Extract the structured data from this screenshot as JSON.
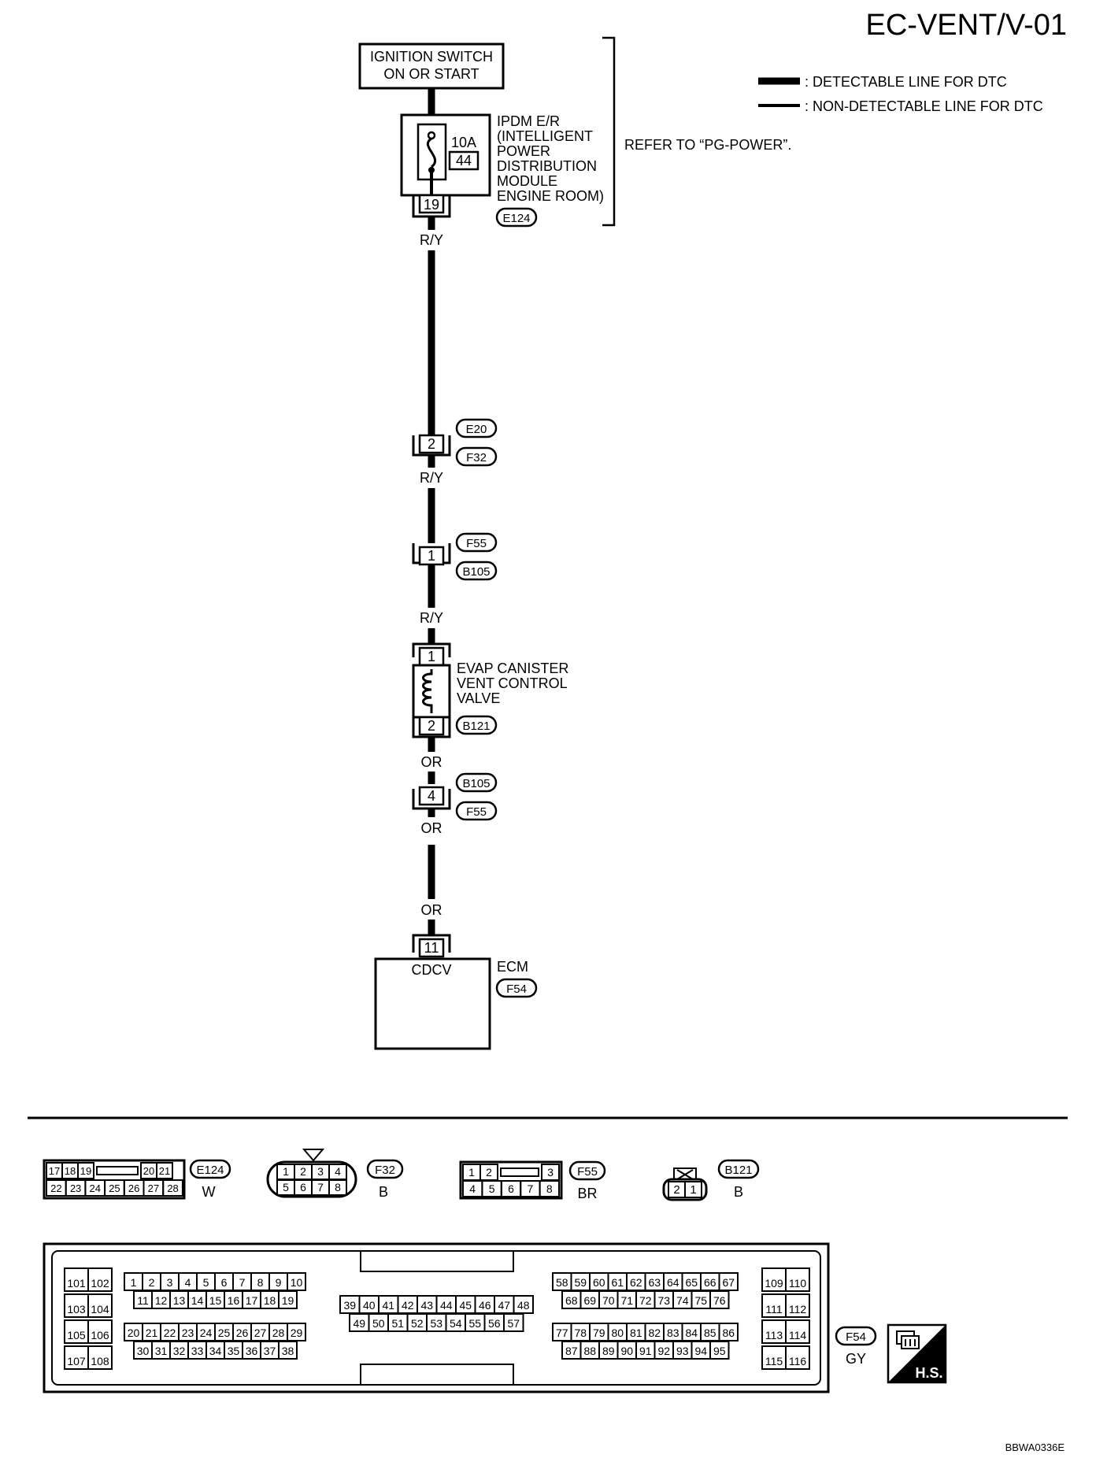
{
  "title": "EC-VENT/V-01",
  "legend": {
    "detectable": ": DETECTABLE LINE FOR DTC",
    "non_detectable": ": NON-DETECTABLE LINE FOR DTC"
  },
  "ignition_box": {
    "line1": "IGNITION SWITCH",
    "line2": "ON OR START"
  },
  "ipdm": {
    "lines": [
      "IPDM E/R",
      "(INTELLIGENT",
      "POWER",
      "DISTRIBUTION",
      "MODULE",
      "ENGINE ROOM)"
    ],
    "fuse_rating": "10A",
    "fuse_number": "44",
    "pin": "19",
    "connector": "E124",
    "refer": "REFER TO “PG-POWER”."
  },
  "wire_colors": {
    "w1": "R/Y",
    "w2": "R/Y",
    "w3": "R/Y",
    "w4": "OR",
    "w5": "OR",
    "w6": "OR"
  },
  "joint1": {
    "pin": "2",
    "conn_top": "E20",
    "conn_bottom": "F32"
  },
  "joint2": {
    "pin": "1",
    "conn_top": "F55",
    "conn_bottom": "B105"
  },
  "valve": {
    "pin_top": "1",
    "pin_bottom": "2",
    "lines": [
      "EVAP CANISTER",
      "VENT CONTROL",
      "VALVE"
    ],
    "connector": "B121"
  },
  "joint3": {
    "pin": "4",
    "conn_top": "B105",
    "conn_bottom": "F55"
  },
  "ecm": {
    "pin": "11",
    "terminal": "CDCV",
    "label": "ECM",
    "connector": "F54"
  },
  "connectors": {
    "e124": {
      "name": "E124",
      "color": "W",
      "top": [
        "17",
        "18",
        "19",
        "",
        "20",
        "21"
      ],
      "bottom": [
        "22",
        "23",
        "24",
        "25",
        "26",
        "27",
        "28"
      ]
    },
    "f32": {
      "name": "F32",
      "color": "B",
      "top": [
        "1",
        "2",
        "3",
        "4"
      ],
      "bottom": [
        "5",
        "6",
        "7",
        "8"
      ]
    },
    "f55": {
      "name": "F55",
      "color": "BR",
      "top": [
        "1",
        "2",
        "",
        "3"
      ],
      "bottom": [
        "4",
        "5",
        "6",
        "7",
        "8"
      ]
    },
    "b121": {
      "name": "B121",
      "color": "B",
      "pins": [
        "2",
        "1"
      ]
    },
    "f54": {
      "name": "F54",
      "color": "GY",
      "left": [
        [
          "101",
          "102"
        ],
        [
          "103",
          "104"
        ],
        [
          "105",
          "106"
        ],
        [
          "107",
          "108"
        ]
      ],
      "g1r1": [
        "1",
        "2",
        "3",
        "4",
        "5",
        "6",
        "7",
        "8",
        "9",
        "10"
      ],
      "g1r2": [
        "11",
        "12",
        "13",
        "14",
        "15",
        "16",
        "17",
        "18",
        "19"
      ],
      "g1r3": [
        "20",
        "21",
        "22",
        "23",
        "24",
        "25",
        "26",
        "27",
        "28",
        "29"
      ],
      "g1r4": [
        "30",
        "31",
        "32",
        "33",
        "34",
        "35",
        "36",
        "37",
        "38"
      ],
      "g2r1": [
        "39",
        "40",
        "41",
        "42",
        "43",
        "44",
        "45",
        "46",
        "47",
        "48"
      ],
      "g2r2": [
        "49",
        "50",
        "51",
        "52",
        "53",
        "54",
        "55",
        "56",
        "57"
      ],
      "g3r1": [
        "58",
        "59",
        "60",
        "61",
        "62",
        "63",
        "64",
        "65",
        "66",
        "67"
      ],
      "g3r2": [
        "68",
        "69",
        "70",
        "71",
        "72",
        "73",
        "74",
        "75",
        "76"
      ],
      "g3r3": [
        "77",
        "78",
        "79",
        "80",
        "81",
        "82",
        "83",
        "84",
        "85",
        "86"
      ],
      "g3r4": [
        "87",
        "88",
        "89",
        "90",
        "91",
        "92",
        "93",
        "94",
        "95"
      ],
      "right": [
        [
          "109",
          "110"
        ],
        [
          "111",
          "112"
        ],
        [
          "113",
          "114"
        ],
        [
          "115",
          "116"
        ]
      ]
    }
  },
  "hs_badge": "H.S.",
  "code": "BBWA0336E"
}
